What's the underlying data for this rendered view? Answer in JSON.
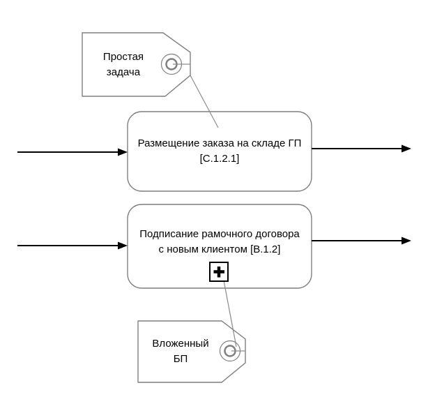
{
  "diagram": {
    "type": "business-process-diagram",
    "colors": {
      "background": "#FFFFFF",
      "shape_stroke": "#7F7F7F",
      "shape_fill": "#FFFFFF",
      "flow_arrow": "#000000",
      "text": "#000000"
    },
    "tasks": [
      {
        "id": "C.1.2.1",
        "label": "Размещение заказа на складе ГП\n[C.1.2.1]",
        "marker": null
      },
      {
        "id": "B.1.2",
        "label": "Подписание рамочного договора\nс новым клиентом [B.1.2]",
        "marker": "subprocess-plus"
      }
    ],
    "callouts": [
      {
        "id": "callout-top",
        "label": "Простая\nзадача",
        "attached_to": "C.1.2.1"
      },
      {
        "id": "callout-bottom",
        "label": "Вложенный\nБП",
        "attached_to": "B.1.2"
      }
    ],
    "icons": [
      "tag-hole-icon",
      "subprocess-plus-icon",
      "flow-arrow-icon"
    ]
  }
}
